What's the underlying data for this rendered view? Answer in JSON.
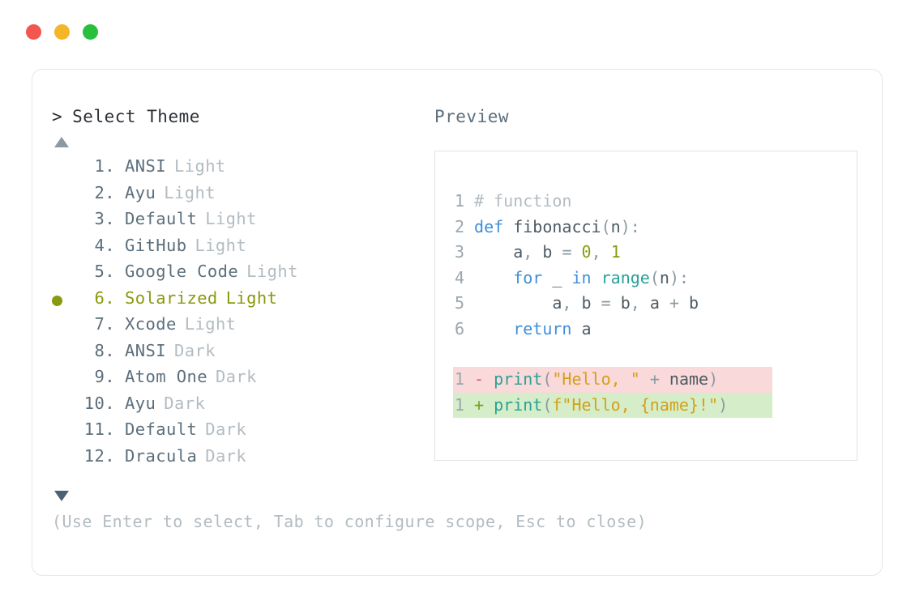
{
  "window": {
    "dots": [
      {
        "name": "close-dot",
        "color": "#f2564f"
      },
      {
        "name": "minimize-dot",
        "color": "#f5b529"
      },
      {
        "name": "maximize-dot",
        "color": "#27bf3c"
      }
    ]
  },
  "picker": {
    "caret": ">",
    "title": "Select Theme",
    "scroll_up_icon": "triangle-up",
    "scroll_down_icon": "triangle-down",
    "selected_index": 6,
    "selected_bullet": "●",
    "index_suffix": ".",
    "items": [
      {
        "index": "1",
        "name": "ANSI",
        "variant": "Light",
        "selected": false
      },
      {
        "index": "2",
        "name": "Ayu",
        "variant": "Light",
        "selected": false
      },
      {
        "index": "3",
        "name": "Default",
        "variant": "Light",
        "selected": false
      },
      {
        "index": "4",
        "name": "GitHub",
        "variant": "Light",
        "selected": false
      },
      {
        "index": "5",
        "name": "Google Code",
        "variant": "Light",
        "selected": false
      },
      {
        "index": "6",
        "name": "Solarized",
        "variant": "Light",
        "selected": true
      },
      {
        "index": "7",
        "name": "Xcode",
        "variant": "Light",
        "selected": false
      },
      {
        "index": "8",
        "name": "ANSI",
        "variant": "Dark",
        "selected": false
      },
      {
        "index": "9",
        "name": "Atom One",
        "variant": "Dark",
        "selected": false
      },
      {
        "index": "10",
        "name": "Ayu",
        "variant": "Dark",
        "selected": false
      },
      {
        "index": "11",
        "name": "Default",
        "variant": "Dark",
        "selected": false
      },
      {
        "index": "12",
        "name": "Dracula",
        "variant": "Dark",
        "selected": false
      }
    ]
  },
  "preview": {
    "label": "Preview",
    "code_lines": [
      {
        "n": "1",
        "text": "# function"
      },
      {
        "n": "2",
        "text": "def fibonacci(n):"
      },
      {
        "n": "3",
        "text": "    a, b = 0, 1"
      },
      {
        "n": "4",
        "text": "    for _ in range(n):"
      },
      {
        "n": "5",
        "text": "        a, b = b, a + b"
      },
      {
        "n": "6",
        "text": "    return a"
      }
    ],
    "diff_lines": [
      {
        "n": "1",
        "marker": "-",
        "text": "print(\"Hello, \" + name)",
        "kind": "delete"
      },
      {
        "n": "1",
        "marker": "+",
        "text": "print(f\"Hello, {name}!\")",
        "kind": "add"
      }
    ]
  },
  "footer": {
    "hint": "(Use Enter to select, Tab to configure scope, Esc to close)"
  },
  "colors": {
    "accent_selected": "#8a9a0f",
    "text_primary": "#2b2f36",
    "text_muted": "#5c6f7c",
    "text_dim": "#b3bcc1",
    "keyword": "#3f8fd8",
    "function": "#2aa198",
    "number": "#8a9a0f",
    "string": "#d4a017",
    "diff_delete_bg": "#f9d9d9",
    "diff_add_bg": "#d5edc8",
    "border": "#e3e6e8"
  }
}
